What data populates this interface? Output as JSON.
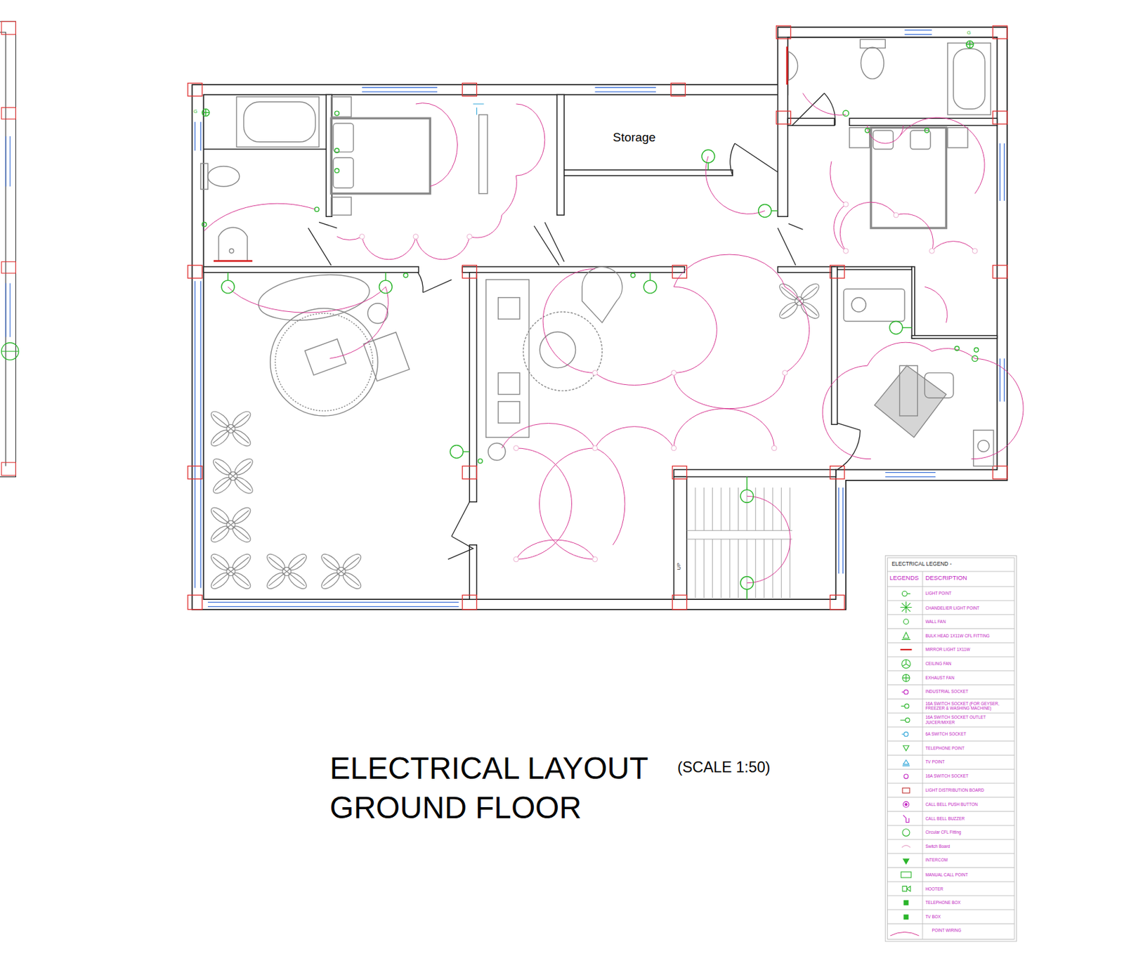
{
  "diagram": {
    "title": "ELECTRICAL LAYOUT",
    "labels": [
      "(SCALE 1:50)",
      "GROUND FLOOR",
      "Storage",
      "UP",
      "G",
      "G",
      "ELECTRICAL LEGEND -",
      "LEGENDS",
      "DESCRIPTION"
    ],
    "legend": [
      {
        "text": "LIGHT POINT"
      },
      {
        "text": "CHANDELIER LIGHT POINT"
      },
      {
        "text": "WALL FAN"
      },
      {
        "text": "BULK HEAD 1X11W CFL FITTING"
      },
      {
        "text": "MIRROR LIGHT 1X11W"
      },
      {
        "text": "CEILING FAN"
      },
      {
        "text": "EXHAUST FAN"
      },
      {
        "text": "INDUSTRIAL SOCKET"
      },
      {
        "text": "16A SWITCH SOCKET (FOR GEYSER, FREEZER & WASHING MACHINE)"
      },
      {
        "text": "16A SWITCH SOCKET OUTLET JUICER/MIXER"
      },
      {
        "text": "6A SWITCH SOCKET"
      },
      {
        "text": "TELEPHONE POINT"
      },
      {
        "text": "TV POINT"
      },
      {
        "text": "16A SWITCH SOCKET"
      },
      {
        "text": "LIGHT DISTRIBUTION BOARD"
      },
      {
        "text": "CALL BELL PUSH BUTTON"
      },
      {
        "text": "CALL BELL BUZZER"
      },
      {
        "text": "Circular CFL Fitting"
      },
      {
        "text": "Switch Board"
      },
      {
        "text": "INTERCOM"
      },
      {
        "text": "MANUAL CALL POINT"
      },
      {
        "text": "HOOTER"
      },
      {
        "text": "TELEPHONE BOX"
      },
      {
        "text": "TV BOX"
      },
      {
        "text": "POINT WIRING"
      }
    ]
  }
}
